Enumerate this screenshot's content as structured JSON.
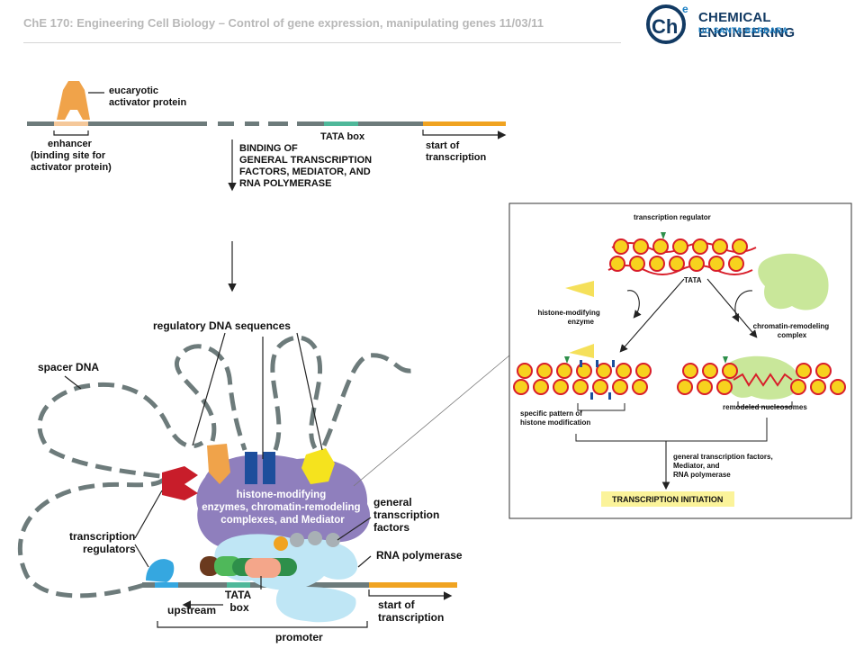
{
  "header": {
    "title": "ChE 170: Engineering Cell Biology – Control of gene expression, manipulating genes 11/03/11"
  },
  "logo": {
    "symbol": "Ch",
    "superscript": "e",
    "line1": "CHEMICAL ENGINEERING",
    "line2": "UC SANTA BARBARA",
    "color": "#123a63",
    "accent": "#1a7fc4"
  },
  "top": {
    "activator": [
      "eucaryotic",
      "activator protein"
    ],
    "enhancer": [
      "enhancer",
      "(binding site for",
      "activator protein)"
    ],
    "tata": "TATA box",
    "start": [
      "start of",
      "transcription"
    ],
    "binding": [
      "BINDING OF",
      "GENERAL TRANSCRIPTION",
      "FACTORS, MEDIATOR, AND",
      "RNA POLYMERASE"
    ]
  },
  "bottom": {
    "regulatory": "regulatory DNA sequences",
    "spacer": "spacer DNA",
    "complex": [
      "histone-modifying",
      "enzymes, chromatin-remodeling",
      "complexes, and Mediator"
    ],
    "gtf": [
      "general",
      "transcription",
      "factors"
    ],
    "regulators": [
      "transcription",
      "regulators"
    ],
    "rnapol": "RNA polymerase",
    "upstream": "upstream",
    "tata": [
      "TATA",
      "box"
    ],
    "start": [
      "start of",
      "transcription"
    ],
    "promoter": "promoter"
  },
  "inset": {
    "regulator": "transcription regulator",
    "tata": "TATA",
    "histone_enzyme": [
      "histone-modifying",
      "enzyme"
    ],
    "remodeling": [
      "chromatin-remodeling",
      "complex"
    ],
    "pattern": [
      "specific pattern of",
      "histone modification"
    ],
    "remodeled": "remodeled nucleosomes",
    "gtf": [
      "general transcription factors,",
      "Mediator, and",
      "RNA polymerase"
    ],
    "initiation": "TRANSCRIPTION INITIATION"
  }
}
